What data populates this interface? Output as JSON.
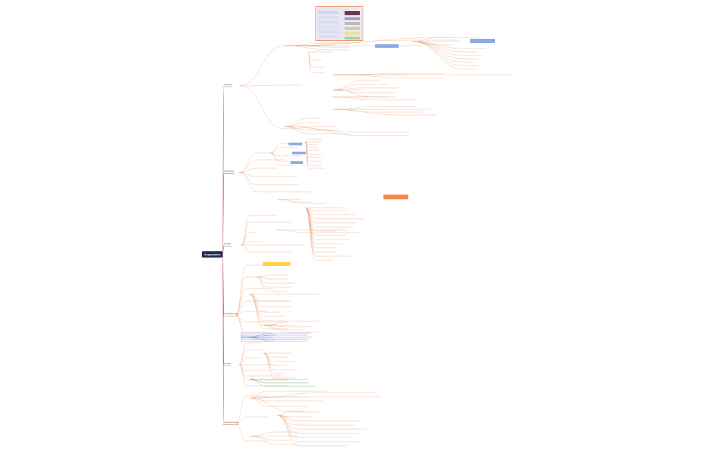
{
  "root": {
    "label": "Gospodarka"
  },
  "branches": [
    {
      "label": "Podstawy",
      "colors": "#c0504d"
    },
    {
      "label": "Rynek pracy",
      "colors": "#c0504d"
    },
    {
      "label": "Pieniądz",
      "colors": "#c0504d"
    },
    {
      "label": "Przedsiębiorstwo",
      "colors": "#c0504d"
    },
    {
      "label": "Państwo",
      "colors": "#c0504d"
    },
    {
      "label": "Gospodarka świat",
      "colors": "#c0504d"
    }
  ],
  "colors": {
    "line": "#e8a078",
    "line_dark": "#c0504d",
    "text": "#5a5a7a",
    "highlight_blue": "#8fa8e8",
    "highlight_orange": "#f28b4b",
    "highlight_yellow": "#ffd34d",
    "highlight_green": "#2e9b3f"
  }
}
